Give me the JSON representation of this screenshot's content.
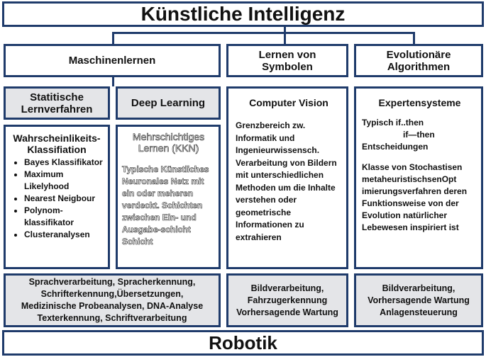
{
  "title": "Künstliche Intelligenz",
  "columns": {
    "ml": {
      "header": "Maschinenlernen"
    },
    "symbols": {
      "header_line1": "Lernen von",
      "header_line2": "Symbolen"
    },
    "evo": {
      "header_line1": "Evolutionäre",
      "header_line2": "Algorithmen"
    }
  },
  "stat": {
    "header_line1": "Statitische",
    "header_line2": "Lernverfahren",
    "title_line1": "Wahrscheinlikeits-",
    "title_line2": "Klassifiation",
    "items": [
      "Bayes Klassifikator",
      "Maximum Likelyhood",
      "Nearest Neigbour",
      "Polynom-klassifikator",
      "Clusteranalysen"
    ]
  },
  "deep": {
    "header": "Deep Learning",
    "title_line1": "Mehrschichtiges",
    "title_line2": "Lernen (KKN)",
    "text": "Typische Künstliches Neuronales Netz mit ein oder meheren verdeckt.  Schichten zwischen Ein- und Ausgabe-schicht Schicht"
  },
  "cv": {
    "header": "Computer Vision",
    "text": "Grenzbereich zw. Informatik und Ingenieurwissensch. Verarbeitung von Bildern mit unterschiedlichen Methoden um die Inhalte verstehen oder geometrische Informationen zu extrahieren"
  },
  "expert": {
    "header": "Expertensysteme",
    "text1_line1": "Typisch if..then",
    "text1_line2": "if—then",
    "text1_line3": "Entscheidungen",
    "text2": "Klasse von Stochastisen metaheuristischsenOpt imierungsverfahren deren Funktionsweise von der Evolution natürlicher Lebewesen inspiriert ist"
  },
  "apps": {
    "ml": [
      "Sprachverarbeitung, Spracherkennung,",
      "Schrifterkennung,Übersetzungen,",
      "Medizinische Probeanalysen, DNA-Analyse",
      "Texterkennung, Schriftverarbeitung"
    ],
    "symbols": [
      "Bildverarbeitung,",
      "Fahrzugerkennung",
      "Vorhersagende Wartung"
    ],
    "evo": [
      "Bildverarbeitung,",
      "Vorhersagende Wartung",
      "Anlagensteuerung"
    ]
  },
  "footer": "Robotik"
}
